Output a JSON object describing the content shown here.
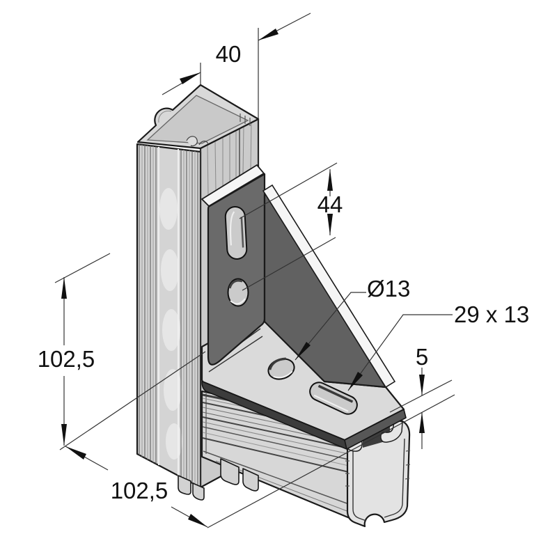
{
  "drawing": {
    "kind": "isometric technical drawing",
    "subject": "90-degree angle bracket with gusset joining two strut channel profiles"
  },
  "labels": {
    "profile_width": "40",
    "hole_spacing": "44",
    "hole_diameter": "Ø13",
    "slot_size": "29 x 13",
    "plate_thickness": "5",
    "vertical_length": "102,5",
    "horizontal_length": "102,5"
  },
  "colors": {
    "background": "#ffffff",
    "outline": "#1a1a1a",
    "metal_light": "#d8d8d8",
    "metal_mid": "#cbcbcb",
    "bracket_dark": "#6a6a6a",
    "edge_highlight": "#f5f5f5",
    "plate_edge_shadow": "#3c3c3c",
    "dimension_line": "#333333",
    "text": "#111111"
  }
}
